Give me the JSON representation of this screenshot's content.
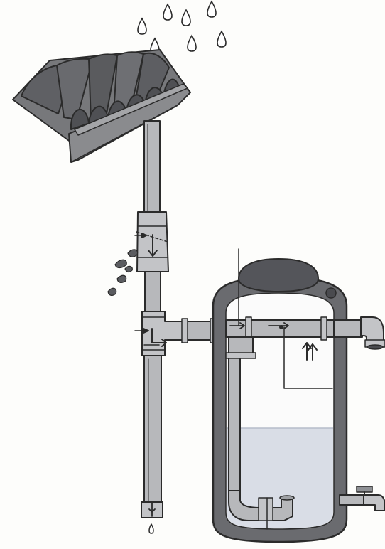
{
  "diagram": {
    "kind": "rainwater harvesting system",
    "components": [
      {
        "id": "rain",
        "icon": "raindrop-icon"
      },
      {
        "id": "roof",
        "icon": "corrugated-roof-icon"
      },
      {
        "id": "gutter",
        "icon": "gutter-icon"
      },
      {
        "id": "downpipe",
        "icon": "pipe-icon"
      },
      {
        "id": "leaf-filter",
        "icon": "filter-icon"
      },
      {
        "id": "first-flush-diverter",
        "icon": "diverter-icon"
      },
      {
        "id": "inlet-pipe",
        "icon": "pipe-icon"
      },
      {
        "id": "storage-tank",
        "icon": "tank-icon"
      },
      {
        "id": "overflow-outlet",
        "icon": "elbow-pipe-icon"
      },
      {
        "id": "tap",
        "icon": "tap-icon"
      }
    ],
    "flow_directions": [
      "down",
      "right",
      "up"
    ]
  },
  "colors": {
    "ink": "#2b2b2b",
    "pipe": "#b7b8bb",
    "pipe_shadow": "#8e9094",
    "roof": "#77787b",
    "roof_dark": "#5a5b5e",
    "tank_wall": "#6a6b6f",
    "water": "#d9dde6",
    "water_top": "#c9cfdb",
    "background": "#fdfdfb"
  }
}
